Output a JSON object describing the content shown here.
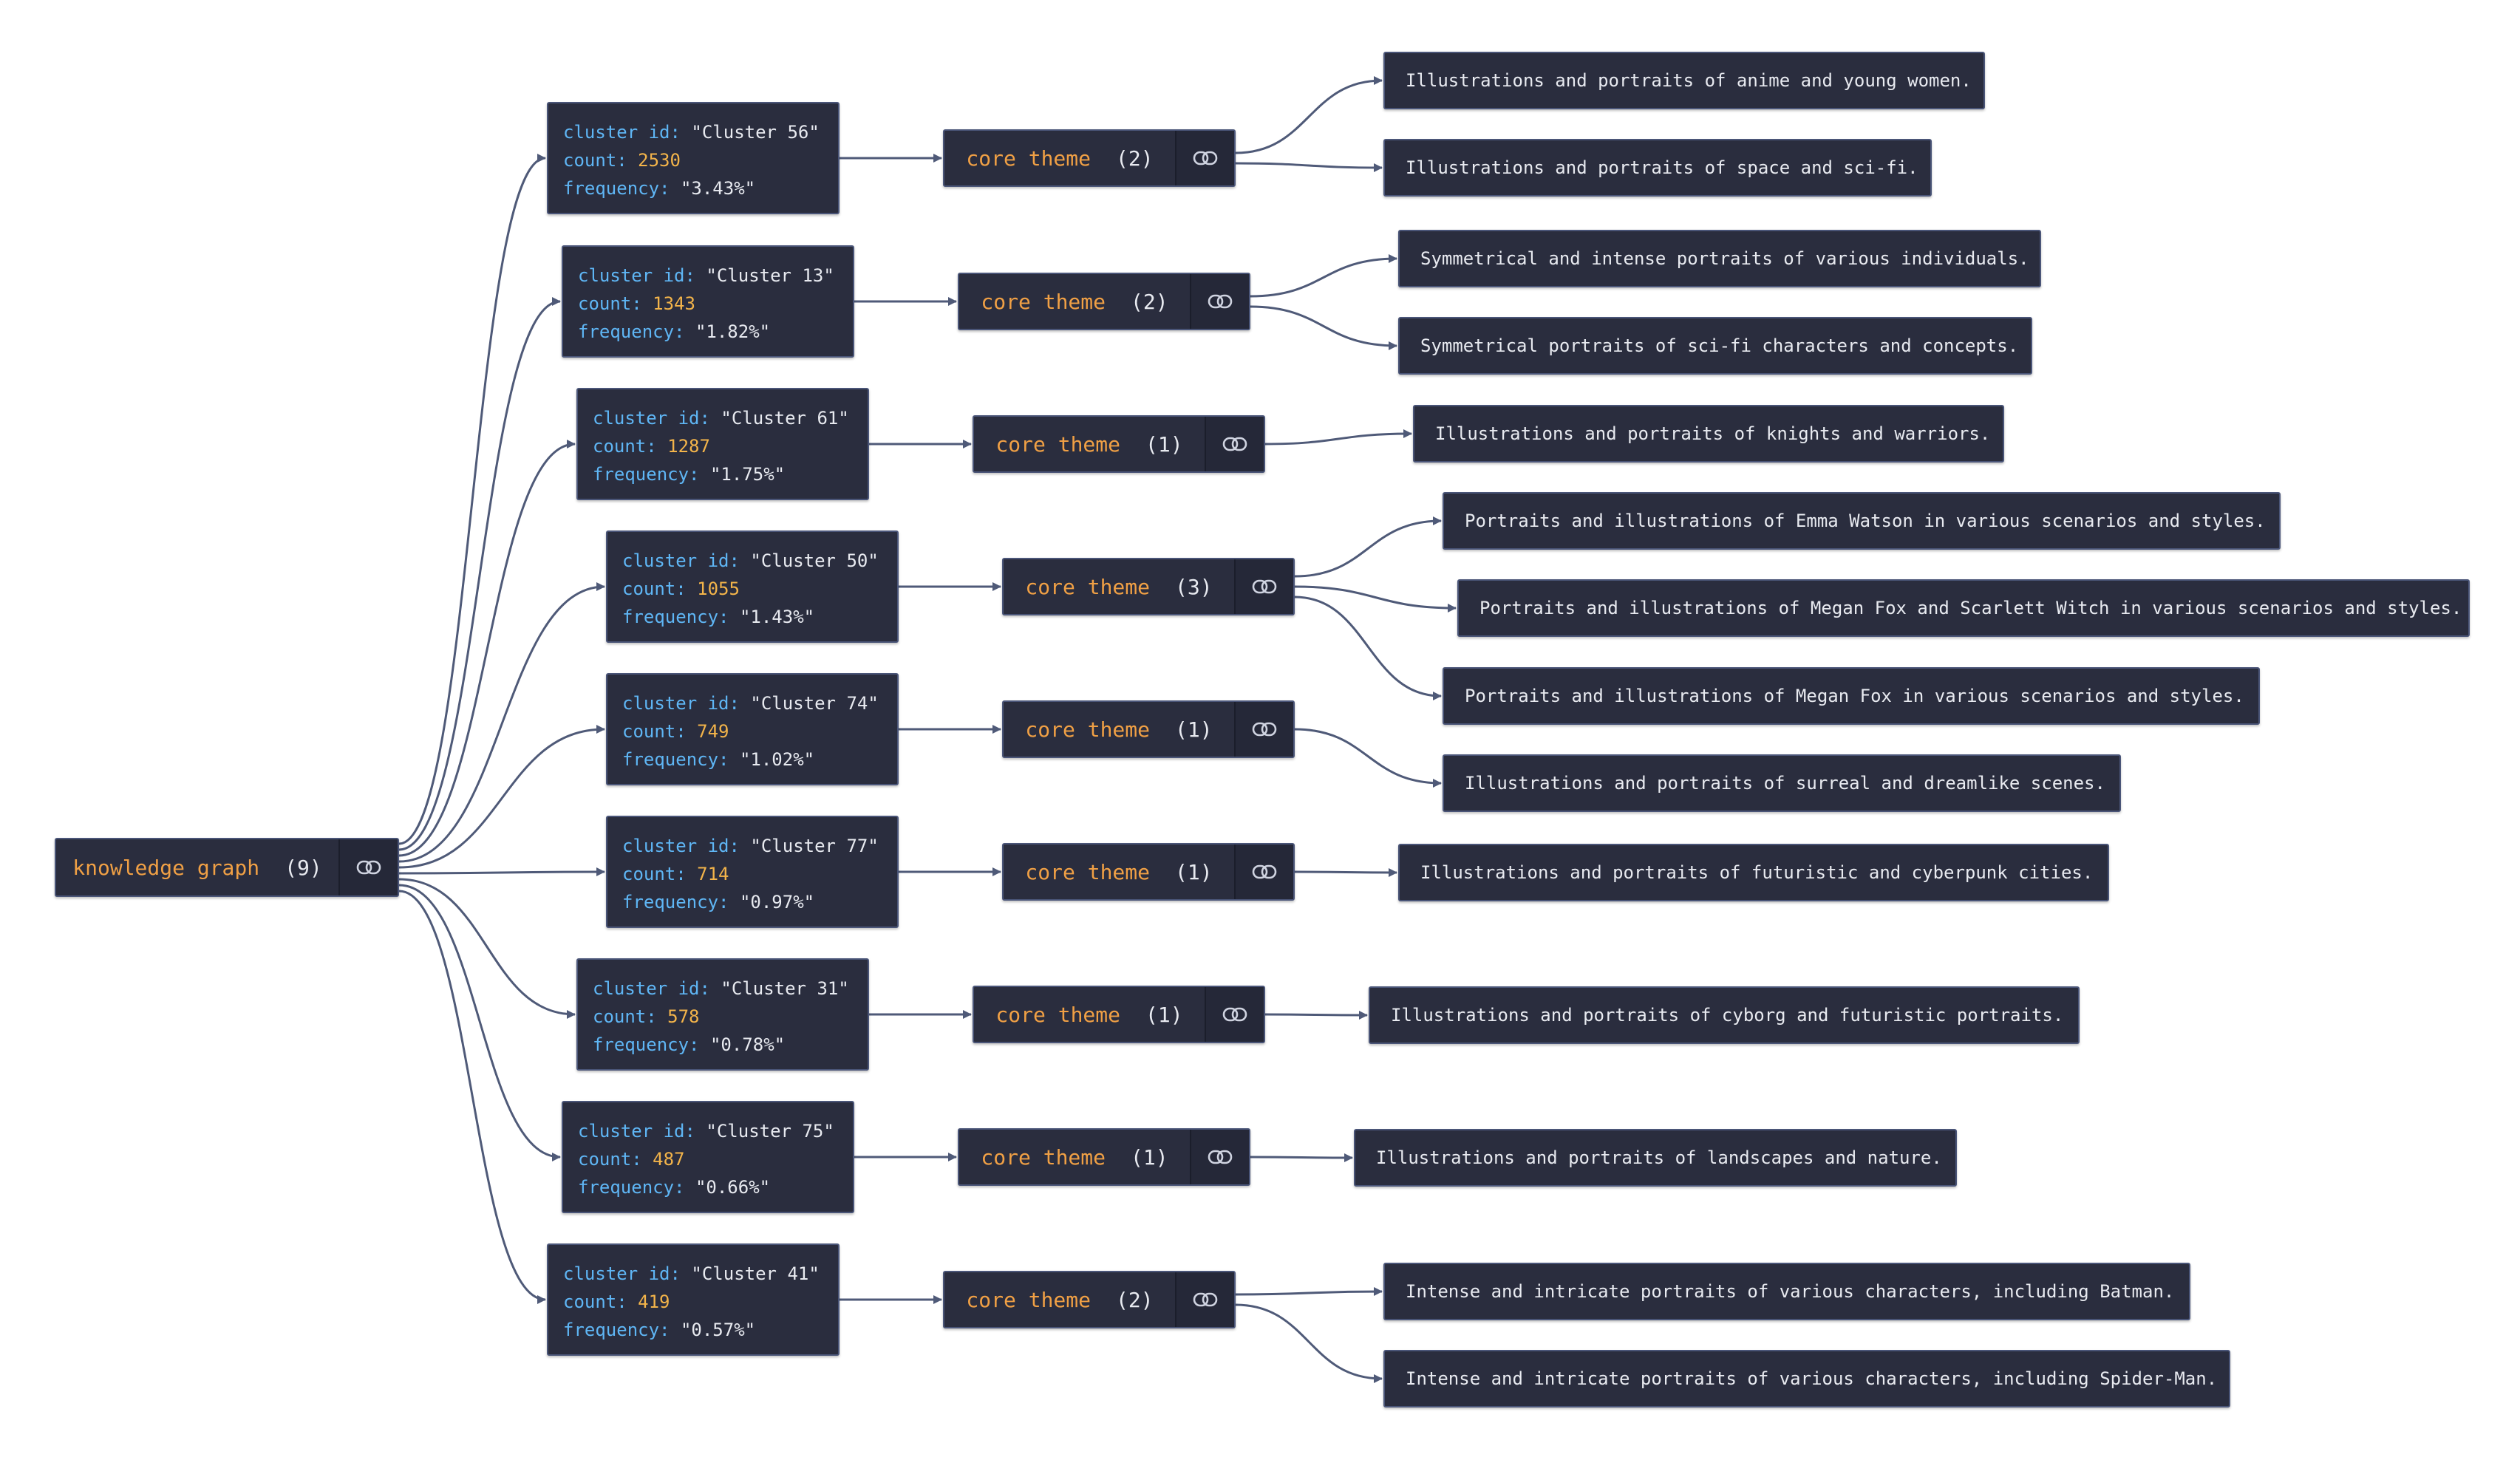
{
  "root": {
    "label": "knowledge graph",
    "count": "(9)",
    "icon": "link-icon"
  },
  "keys": {
    "cluster_id": "cluster id:",
    "count": "count:",
    "frequency": "frequency:"
  },
  "clusters": [
    {
      "id": "\"Cluster 56\"",
      "count": "2530",
      "frequency": "\"3.43%\"",
      "theme": {
        "label": "core theme",
        "count": "(2)"
      },
      "descriptions": [
        "Illustrations and portraits of anime and young women.",
        "Illustrations and portraits of space and sci-fi."
      ]
    },
    {
      "id": "\"Cluster 13\"",
      "count": "1343",
      "frequency": "\"1.82%\"",
      "theme": {
        "label": "core theme",
        "count": "(2)"
      },
      "descriptions": [
        "Symmetrical and intense portraits of various individuals.",
        "Symmetrical portraits of sci-fi characters and concepts."
      ]
    },
    {
      "id": "\"Cluster 61\"",
      "count": "1287",
      "frequency": "\"1.75%\"",
      "theme": {
        "label": "core theme",
        "count": "(1)"
      },
      "descriptions": [
        "Illustrations and portraits of knights and warriors."
      ]
    },
    {
      "id": "\"Cluster 50\"",
      "count": "1055",
      "frequency": "\"1.43%\"",
      "theme": {
        "label": "core theme",
        "count": "(3)"
      },
      "descriptions": [
        "Portraits and illustrations of Emma Watson in various scenarios and styles.",
        "Portraits and illustrations of Megan Fox and Scarlett Witch in various scenarios and styles.",
        "Portraits and illustrations of Megan Fox in various scenarios and styles."
      ]
    },
    {
      "id": "\"Cluster 74\"",
      "count": "749",
      "frequency": "\"1.02%\"",
      "theme": {
        "label": "core theme",
        "count": "(1)"
      },
      "descriptions": [
        "Illustrations and portraits of surreal and dreamlike scenes."
      ]
    },
    {
      "id": "\"Cluster 77\"",
      "count": "714",
      "frequency": "\"0.97%\"",
      "theme": {
        "label": "core theme",
        "count": "(1)"
      },
      "descriptions": [
        "Illustrations and portraits of futuristic and cyberpunk cities."
      ]
    },
    {
      "id": "\"Cluster 31\"",
      "count": "578",
      "frequency": "\"0.78%\"",
      "theme": {
        "label": "core theme",
        "count": "(1)"
      },
      "descriptions": [
        "Illustrations and portraits of cyborg and futuristic portraits."
      ]
    },
    {
      "id": "\"Cluster 75\"",
      "count": "487",
      "frequency": "\"0.66%\"",
      "theme": {
        "label": "core theme",
        "count": "(1)"
      },
      "descriptions": [
        "Illustrations and portraits of landscapes and nature."
      ]
    },
    {
      "id": "\"Cluster 41\"",
      "count": "419",
      "frequency": "\"0.57%\"",
      "theme": {
        "label": "core theme",
        "count": "(2)"
      },
      "descriptions": [
        "Intense and intricate portraits of various characters, including Batman.",
        "Intense and intricate portraits of various characters, including Spider-Man."
      ]
    }
  ],
  "colors": {
    "node_bg": "#2a2d3e",
    "edge": "#4f5a78",
    "key": "#5fb6f5",
    "number": "#f3b44a",
    "theme": "#f0a045"
  }
}
